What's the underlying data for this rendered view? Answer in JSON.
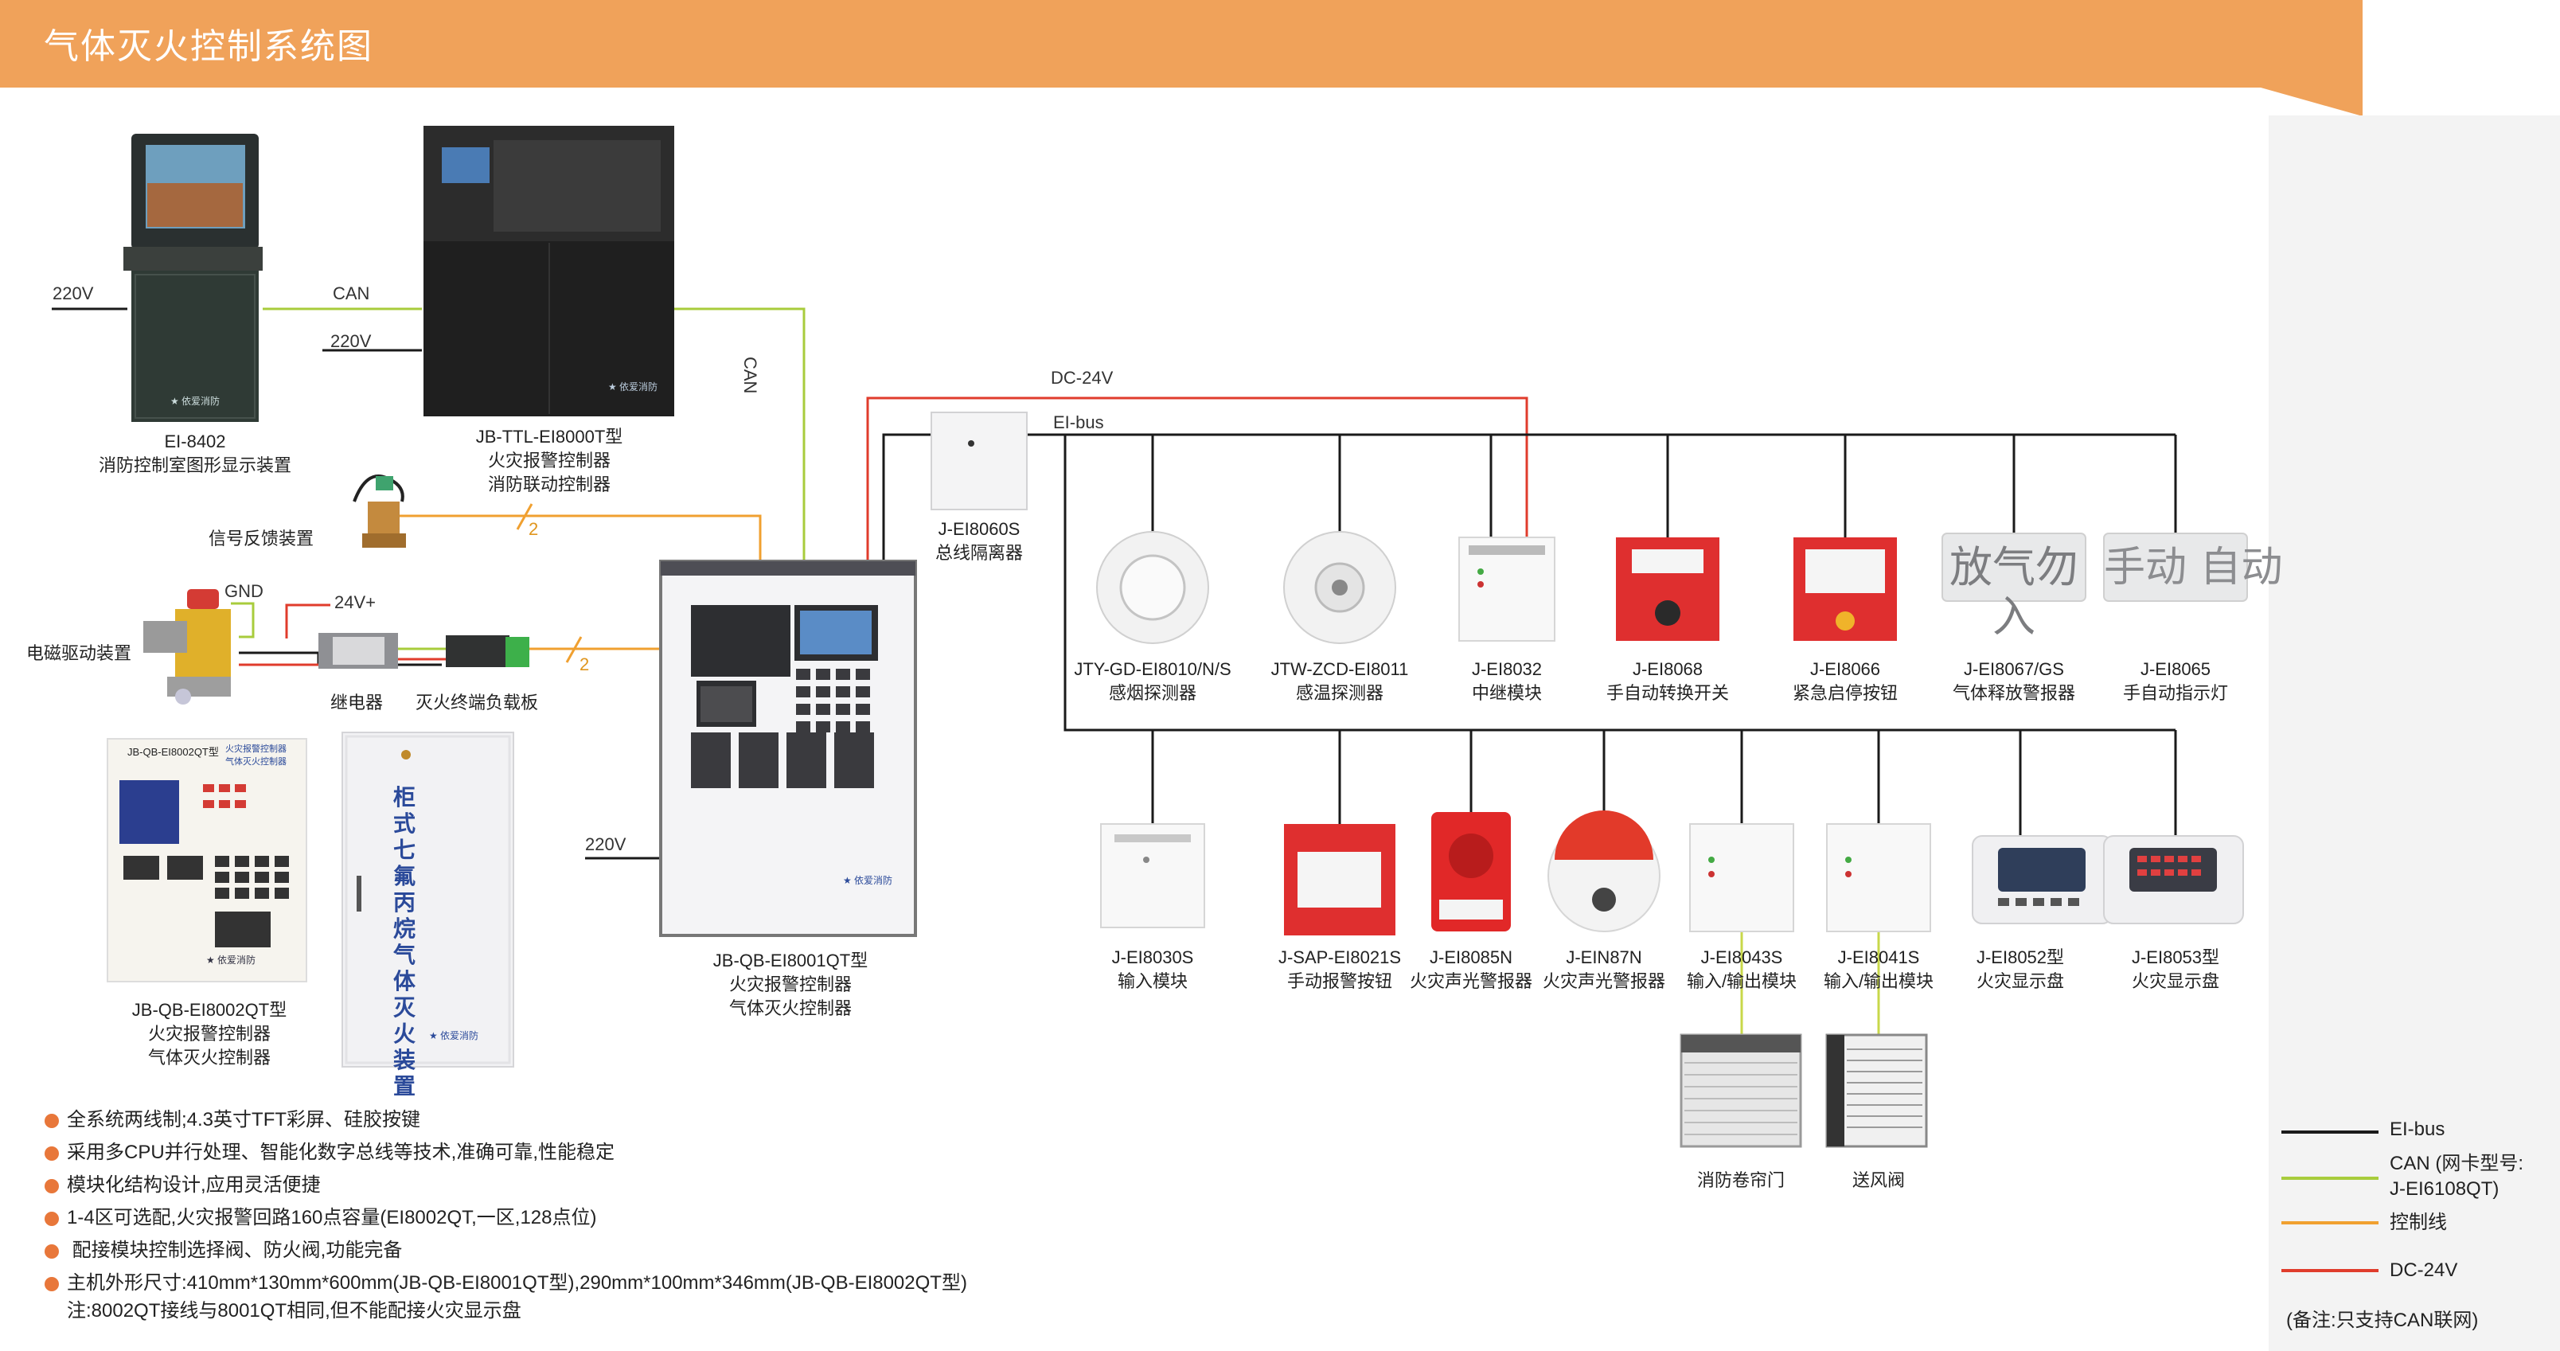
{
  "header": {
    "title": "气体灭火控制系统图"
  },
  "wire_labels": {
    "v220_a": "220V",
    "can_a": "CAN",
    "v220_b": "220V",
    "can_vertical": "CAN",
    "dc24": "DC-24V",
    "eibus": "EI-bus",
    "v220_c": "220V",
    "gnd": "GND",
    "v24plus": "24V+",
    "ctl_num_a": "2",
    "ctl_num_b": "2"
  },
  "devices": {
    "ei8402": {
      "line1": "EI-8402",
      "line2": "消防控制室图形显示装置"
    },
    "ttl": {
      "line1": "JB-TTL-EI8000T型",
      "line2": "火灾报警控制器",
      "line3": "消防联动控制器"
    },
    "feedback": {
      "line1": "信号反馈装置"
    },
    "solenoid": {
      "line1": "电磁驱动装置"
    },
    "relay": {
      "line1": "继电器"
    },
    "terminal": {
      "line1": "灭火终端负载板"
    },
    "qb8002": {
      "line1": "JB-QB-EI8002QT型",
      "line2": "火灾报警控制器",
      "line3": "气体灭火控制器",
      "panel_title": "JB-QB-EI8002QT型",
      "panel_sub1": "火灾报警控制器",
      "panel_sub2": "气体灭火控制器"
    },
    "cabinet": {
      "text": "柜式七氟丙烷气体灭火装置"
    },
    "qb8001": {
      "line1": "JB-QB-EI8001QT型",
      "line2": "火灾报警控制器",
      "line3": "气体灭火控制器"
    },
    "isolator": {
      "line1": "J-EI8060S",
      "line2": "总线隔离器"
    },
    "top_row": [
      {
        "id": "smoke",
        "line1": "JTY-GD-EI8010/N/S",
        "line2": "感烟探测器"
      },
      {
        "id": "heat",
        "line1": "JTW-ZCD-EI8011",
        "line2": "感温探测器"
      },
      {
        "id": "relay-module",
        "line1": "J-EI8032",
        "line2": "中继模块"
      },
      {
        "id": "auto-switch",
        "line1": "J-EI8068",
        "line2": "手自动转换开关"
      },
      {
        "id": "emergency",
        "line1": "J-EI8066",
        "line2": "紧急启停按钮"
      },
      {
        "id": "release",
        "line1": "J-EI8067/GS",
        "line2": "气体释放警报器",
        "sign": "放气勿入"
      },
      {
        "id": "indicator",
        "line1": "J-EI8065",
        "line2": "手自动指示灯",
        "sign": "手动 自动"
      }
    ],
    "bottom_row": [
      {
        "id": "input",
        "line1": "J-EI8030S",
        "line2": "输入模块"
      },
      {
        "id": "manual-alarm",
        "line1": "J-SAP-EI8021S",
        "line2": "手动报警按钮"
      },
      {
        "id": "strobe-a",
        "line1": "J-EI8085N",
        "line2": "火灾声光警报器"
      },
      {
        "id": "strobe-b",
        "line1": "J-EIN87N",
        "line2": "火灾声光警报器"
      },
      {
        "id": "io-a",
        "line1": "J-EI8043S",
        "line2": "输入/输出模块"
      },
      {
        "id": "io-b",
        "line1": "J-EI8041S",
        "line2": "输入/输出模块"
      },
      {
        "id": "display-a",
        "line1": "J-EI8052型",
        "line2": "火灾显示盘"
      },
      {
        "id": "display-b",
        "line1": "J-EI8053型",
        "line2": "火灾显示盘"
      }
    ],
    "shutter": {
      "line1": "消防卷帘门"
    },
    "vent": {
      "line1": "送风阀"
    }
  },
  "features": [
    "全系统两线制;4.3英寸TFT彩屏、硅胶按键",
    "采用多CPU并行处理、智能化数字总线等技术,准确可靠,性能稳定",
    "模块化结构设计,应用灵活便捷",
    "1-4区可选配,火灾报警回路160点容量(EI8002QT,一区,128点位)",
    " 配接模块控制选择阀、防火阀,功能完备",
    "主机外形尺寸:410mm*130mm*600mm(JB-QB-EI8001QT型),290mm*100mm*346mm(JB-QB-EI8002QT型)"
  ],
  "features_note": "注:8002QT接线与8001QT相同,但不能配接火灾显示盘",
  "legend": {
    "eibus": "EI-bus",
    "can_line1": "CAN (网卡型号:",
    "can_line2": "J-EI6108QT)",
    "control": "控制线",
    "dc24": "DC-24V",
    "note": "(备注:只支持CAN联网)"
  },
  "colors": {
    "header": "#f0a25a",
    "eibus": "#1a1a1a",
    "can": "#a8cc3c",
    "control": "#f0a030",
    "dc24": "#e03c2c",
    "bullet": "#e8773a"
  }
}
